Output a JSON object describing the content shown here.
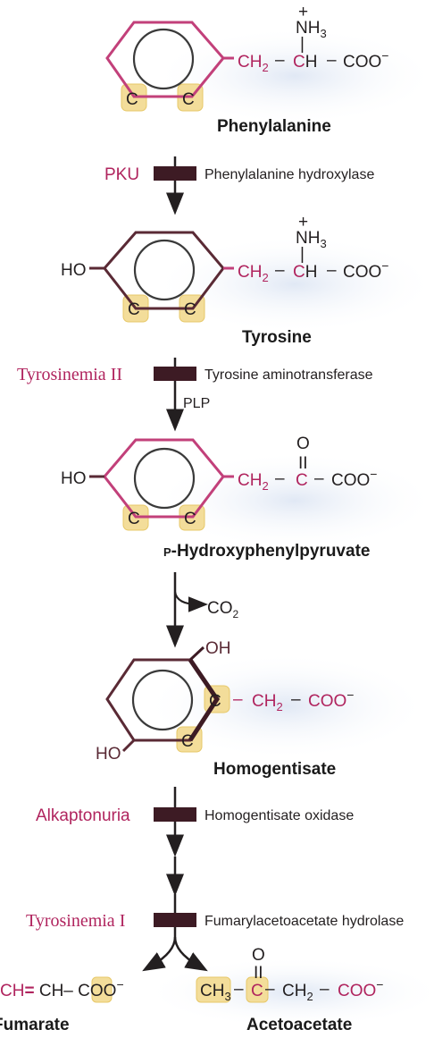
{
  "compounds": {
    "phenylalanine": {
      "name": "Phenylalanine",
      "ring_c1": "C",
      "ring_c2": "C",
      "ch2": "CH",
      "ch2_sub": "2",
      "dash1": "–",
      "alpha_c": "C",
      "alpha_h": "H",
      "dash2": "–",
      "coo": "COO",
      "minus": "−",
      "nh3": "NH",
      "nh3_sub": "3",
      "plus": "+",
      "bond": "|"
    },
    "tyrosine": {
      "name": "Tyrosine",
      "ho": "HO",
      "ring_c1": "C",
      "ring_c2": "C",
      "ch2": "CH",
      "ch2_sub": "2",
      "dash1": "–",
      "alpha_c": "C",
      "alpha_h": "H",
      "dash2": "–",
      "coo": "COO",
      "minus": "−",
      "nh3": "NH",
      "nh3_sub": "3",
      "plus": "+",
      "bond": "|"
    },
    "hpp": {
      "name": "-Hydroxyphenylpyruvate",
      "prefix": "P",
      "ho": "HO",
      "ring_c1": "C",
      "ring_c2": "C",
      "ch2": "CH",
      "ch2_sub": "2",
      "dash1": "–",
      "keto_c": "C",
      "dash2": "–",
      "coo": "COO",
      "minus": "−",
      "oxygen": "O",
      "double_bond": "II"
    },
    "homogentisate": {
      "name": "Homogentisate",
      "oh": "OH",
      "ho": "HO",
      "ring_c1": "C",
      "ring_c2": "C",
      "dash0": "–",
      "ch2": "CH",
      "ch2_sub": "2",
      "dash1": "–",
      "coo": "COO",
      "minus": "−"
    },
    "fumarate": {
      "name": "Fumarate",
      "text1": "CH",
      "eq": "=",
      "text2": " CH– ",
      "c": "C",
      "oo": "OO",
      "minus": "−"
    },
    "acetoacetate": {
      "name": "Acetoacetate",
      "ch3": "CH",
      "ch3_sub": "3",
      "dash0": "–",
      "keto_c": "C",
      "dash1": "–",
      "ch2": "CH",
      "ch2_sub": "2",
      "dash2": "–",
      "coo": "COO",
      "minus": "−",
      "oxygen": "O",
      "double_bond": "II"
    }
  },
  "steps": {
    "step1": {
      "disease": "PKU",
      "enzyme": "Phenylalanine hydroxylase"
    },
    "step2": {
      "disease": "Tyrosinemia II",
      "enzyme": "Tyrosine aminotransferase",
      "cofactor": "PLP"
    },
    "step3": {
      "product": "CO",
      "product_sub": "2"
    },
    "step4": {
      "disease": "Alkaptonuria",
      "enzyme": "Homogentisate oxidase"
    },
    "step5": {
      "disease": "Tyrosinemia I",
      "enzyme": "Fumarylacetoacetate hydrolase"
    }
  },
  "colors": {
    "ring_magenta": "#c2407a",
    "ring_dark": "#5a2a35",
    "block": "#3d1b24",
    "highlight": "#f3dd9a",
    "disease": "#b0245e"
  }
}
